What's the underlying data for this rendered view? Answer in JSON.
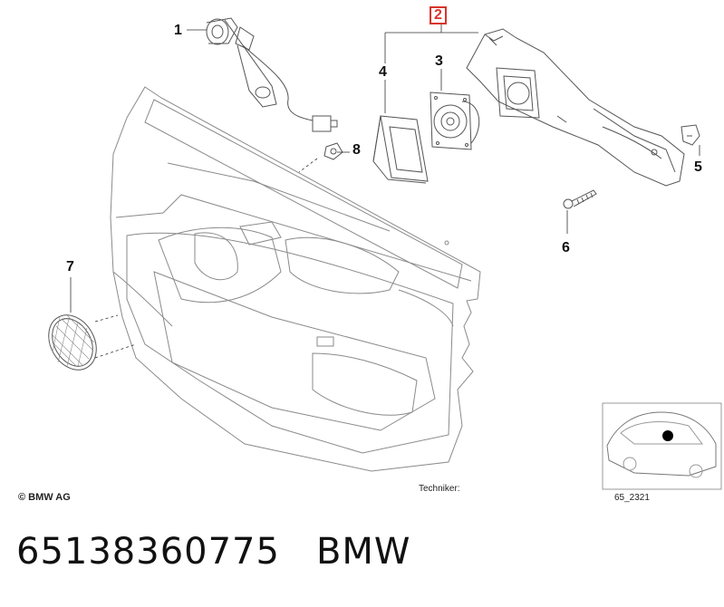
{
  "callouts": {
    "c1": "1",
    "c2": "2",
    "c3": "3",
    "c4": "4",
    "c5": "5",
    "c6": "6",
    "c7": "7",
    "c8": "8"
  },
  "highlight_color": "#d9342b",
  "copyright": "© BMW AG",
  "technician_label": "Techniker:",
  "diagram_code": "65_2321",
  "part_number": "65138360775",
  "brand": "BMW"
}
